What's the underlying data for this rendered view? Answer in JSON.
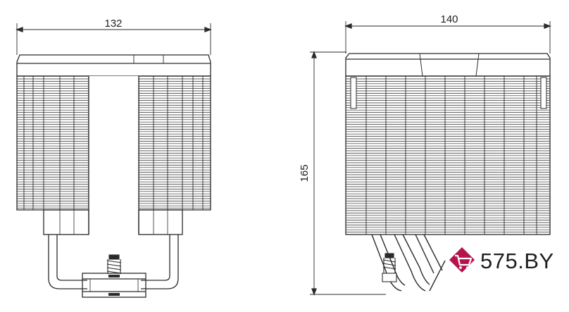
{
  "dimensions": {
    "width_front": "132",
    "width_side": "140",
    "height": "165"
  },
  "watermark": {
    "text": "575.BY",
    "accent_color": "#b5134e",
    "icon": "shopping-cart-icon"
  },
  "colors": {
    "line": "#2a2a2a",
    "background": "#ffffff"
  }
}
